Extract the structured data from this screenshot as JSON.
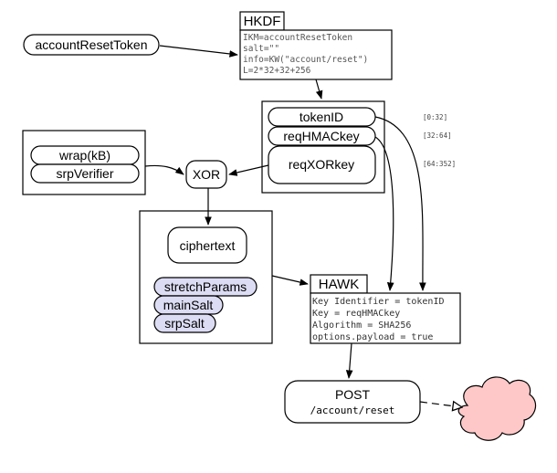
{
  "inputs": {
    "account_reset_token": "accountResetToken"
  },
  "hkdf": {
    "title": "HKDF",
    "params": [
      "IKM=accountResetToken",
      "salt=\"\"",
      "info=KW(\"account/reset\")",
      "L=2*32+32+256"
    ]
  },
  "outputs": {
    "token_id": "tokenID",
    "req_hmac_key": "reqHMACkey",
    "req_xor_key": "reqXORkey",
    "ranges": [
      "[0:32]",
      "[32:64]",
      "[64:352]"
    ]
  },
  "wrap_group": {
    "wrap_kb": "wrap(kB)",
    "srp_verifier": "srpVerifier"
  },
  "xor": {
    "label": "XOR"
  },
  "payload": {
    "ciphertext": "ciphertext",
    "stretch_params": "stretchParams",
    "main_salt": "mainSalt",
    "srp_salt": "srpSalt"
  },
  "hawk": {
    "title": "HAWK",
    "params": [
      "Key Identifier = tokenID",
      "Key = reqHMACkey",
      "Algorithm = SHA256",
      "options.payload = true"
    ]
  },
  "post": {
    "method": "POST",
    "path": "/account/reset"
  },
  "colors": {
    "pill_blue": "#dcdcf4",
    "cloud_pink": "#ffc8c8"
  },
  "icons": {
    "server": "cloud-icon"
  }
}
